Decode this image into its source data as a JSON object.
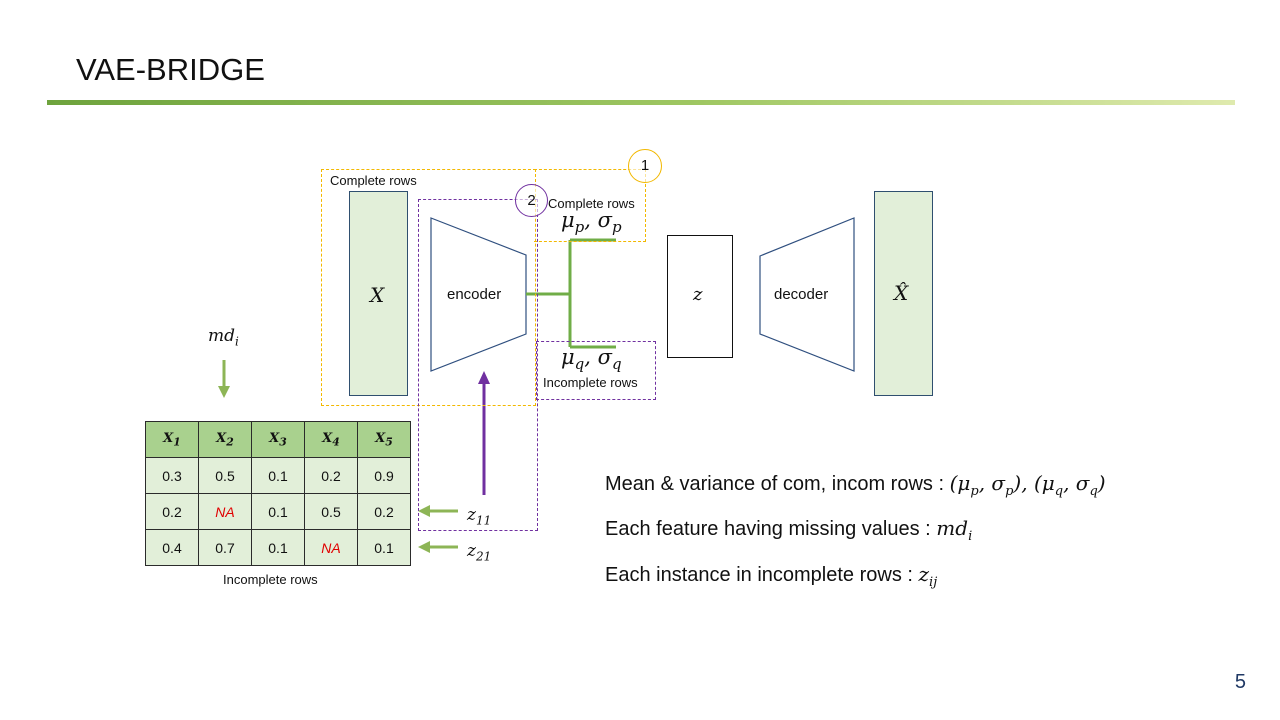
{
  "slide": {
    "title": "VAE-BRIDGE",
    "page_number": "5"
  },
  "diagram": {
    "x_label": "X",
    "xhat_label": "X̂",
    "z_label": "z",
    "encoder_label": "encoder",
    "decoder_label": "decoder",
    "complete_rows_outer": "Complete rows",
    "complete_rows_inner": "Complete rows",
    "incomplete_rows_box": "Incomplete rows",
    "circle_1": "1",
    "circle_2": "2",
    "mu_p": "μ",
    "mu_p_sub": "p",
    "sigma_p": "σ",
    "sigma_p_sub": "p",
    "mu_q": "μ",
    "mu_q_sub": "q",
    "sigma_q": "σ",
    "sigma_q_sub": "q",
    "md_label": "md",
    "md_sub": "i",
    "z11": "z",
    "z11_sub": "11",
    "z21": "z",
    "z21_sub": "21",
    "colors": {
      "green_fill": "#e2efd9",
      "table_header": "#a9d18e",
      "arrow_green": "#8db556",
      "arrow_purple": "#7030a0",
      "dash_orange": "#f2b800",
      "dash_purple": "#7030a0",
      "na_red": "#e00000"
    }
  },
  "table": {
    "headers": [
      {
        "base": "X",
        "sub": "1"
      },
      {
        "base": "X",
        "sub": "2"
      },
      {
        "base": "X",
        "sub": "3"
      },
      {
        "base": "X",
        "sub": "4"
      },
      {
        "base": "X",
        "sub": "5"
      }
    ],
    "rows": [
      [
        "0.3",
        "0.5",
        "0.1",
        "0.2",
        "0.9"
      ],
      [
        "0.2",
        "NA",
        "0.1",
        "0.5",
        "0.2"
      ],
      [
        "0.4",
        "0.7",
        "0.1",
        "NA",
        "0.1"
      ]
    ],
    "caption": "Incomplete rows"
  },
  "notes": {
    "line1_text": "Mean & variance of com, incom rows : ",
    "line1_math": "(μ",
    "line1_sub1": "p",
    "line1_mid1": ", σ",
    "line1_sub2": "p",
    "line1_mid2": "), (μ",
    "line1_sub3": "q",
    "line1_mid3": ", σ",
    "line1_sub4": "q",
    "line1_end": ")",
    "line2_text": "Each feature having missing values : ",
    "line2_math": "md",
    "line2_sub": "i",
    "line3_text": "Each instance in incomplete rows : ",
    "line3_math": "z",
    "line3_sub": "ij"
  }
}
